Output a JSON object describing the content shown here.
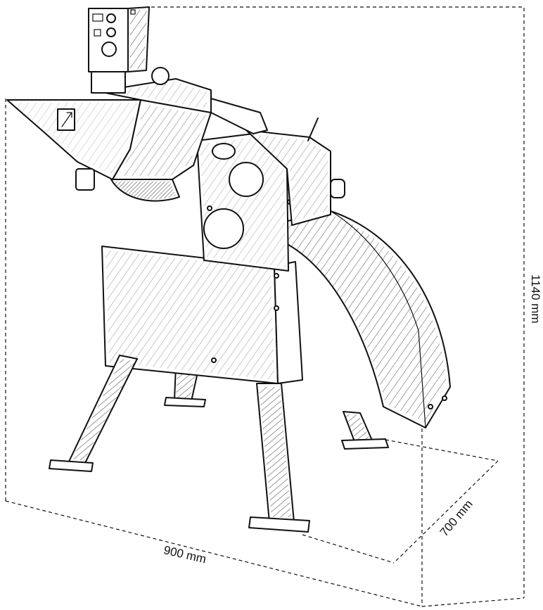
{
  "dimensions": {
    "width_label": "900 mm",
    "depth_label": "700 mm",
    "height_label": "1140 mm"
  },
  "colors": {
    "ink": "#111111",
    "background": "#ffffff"
  },
  "icons": {
    "hopper_symbol": "arrow-symbol-icon"
  }
}
